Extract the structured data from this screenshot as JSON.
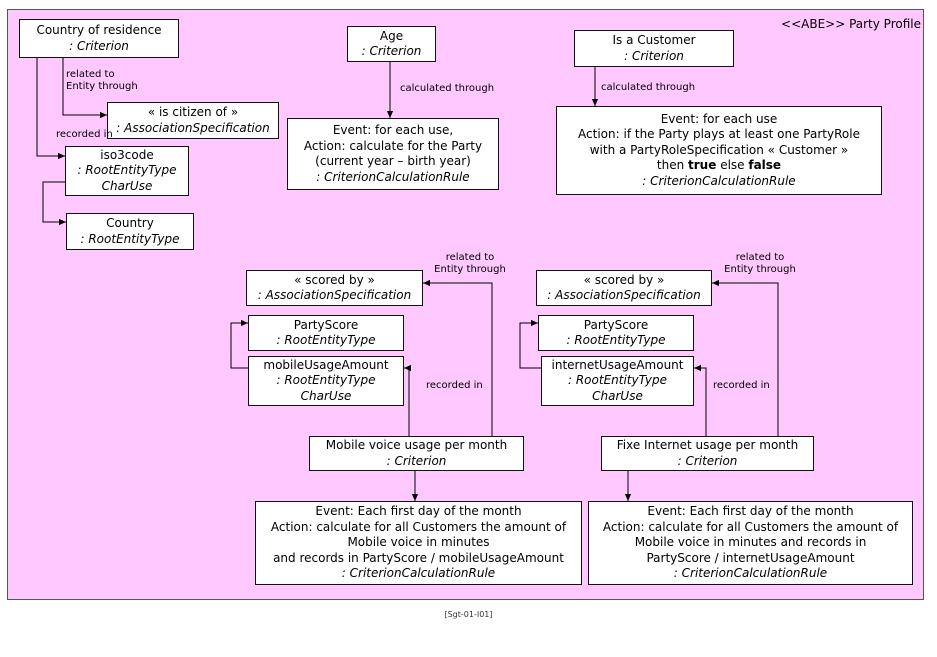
{
  "diagram": {
    "title": "<<ABE>> Party Profile",
    "footer": "[Sgt-01-I01]",
    "boxes": {
      "country_of_residence": [
        "Country of residence",
        ": Criterion"
      ],
      "is_citizen_of": [
        "« is citizen of »",
        ": AssociationSpecification"
      ],
      "iso3code": [
        "iso3code",
        ": RootEntityType",
        "CharUse"
      ],
      "country": [
        "Country",
        ": RootEntityType"
      ],
      "age": [
        "Age",
        ": Criterion"
      ],
      "age_rule": [
        "Event: for each use,",
        "Action: calculate for the Party",
        "(current year – birth year)",
        ": CriterionCalculationRule"
      ],
      "is_a_customer": [
        "Is a Customer",
        ": Criterion"
      ],
      "customer_rule_lines": [
        "Event: for each use",
        "Action: if the Party plays at least one PartyRole",
        "with a PartyRoleSpecification « Customer »"
      ],
      "customer_rule_then": "then ",
      "customer_rule_true": "true",
      "customer_rule_else": " else ",
      "customer_rule_false": "false",
      "customer_rule_type": ": CriterionCalculationRule",
      "scored_by_1": [
        "« scored by »",
        ": AssociationSpecification"
      ],
      "party_score_1": [
        "PartyScore",
        ": RootEntityType"
      ],
      "mobile_usage_amount": [
        "mobileUsageAmount",
        ": RootEntityType",
        "CharUse"
      ],
      "mobile_voice_usage": [
        "Mobile voice usage per month",
        ": Criterion"
      ],
      "mobile_rule": [
        "Event: Each first day of the month",
        "Action: calculate for all Customers the amount of",
        "Mobile voice in minutes",
        "and records in PartyScore / mobileUsageAmount",
        ": CriterionCalculationRule"
      ],
      "scored_by_2": [
        "« scored by »",
        ": AssociationSpecification"
      ],
      "party_score_2": [
        "PartyScore",
        ": RootEntityType"
      ],
      "internet_usage_amount": [
        "internetUsageAmount",
        ": RootEntityType",
        "CharUse"
      ],
      "fixe_internet_usage": [
        "Fixe Internet usage per month",
        ": Criterion"
      ],
      "internet_rule": [
        "Event: Each first day of the month",
        "Action: calculate for all Customers the amount of",
        "Mobile voice in minutes and records in",
        "PartyScore / internetUsageAmount",
        ": CriterionCalculationRule"
      ]
    },
    "labels": {
      "related_to_1": [
        "related to",
        "Entity through"
      ],
      "recorded_in_1": "recorded in",
      "calculated_through_1": "calculated through",
      "calculated_through_2": "calculated through",
      "related_to_2": [
        "related to",
        "Entity through"
      ],
      "recorded_in_2": "recorded in",
      "related_to_3": [
        "related to",
        "Entity through"
      ],
      "recorded_in_3": "recorded in"
    }
  }
}
